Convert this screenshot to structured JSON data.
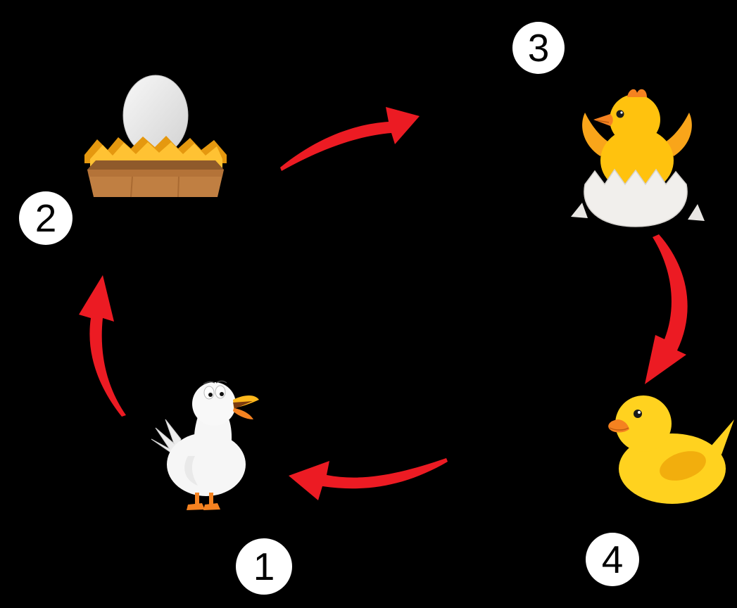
{
  "diagram": {
    "subject": "duck-life-cycle",
    "background_color": "#000000",
    "arrow_color": "#ec1b23",
    "badge": {
      "fill": "#ffffff",
      "text_color": "#000000"
    },
    "stages": [
      {
        "number": "1",
        "icon": "adult-duck-icon"
      },
      {
        "number": "2",
        "icon": "egg-in-nest-icon"
      },
      {
        "number": "3",
        "icon": "hatching-duckling-icon"
      },
      {
        "number": "4",
        "icon": "young-duckling-icon"
      }
    ],
    "arrows": [
      {
        "from": "1",
        "to": "2"
      },
      {
        "from": "2",
        "to": "3"
      },
      {
        "from": "3",
        "to": "4"
      },
      {
        "from": "4",
        "to": "1"
      }
    ],
    "palette": {
      "duck_white": "#f6f6f6",
      "duck_yellow": "#ffc20e",
      "duckling_yellow": "#ffd21f",
      "beak_orange": "#f58220",
      "straw_yellow": "#ffc233",
      "wood_brown": "#c07f42",
      "egg_shell": "#f1efec"
    }
  }
}
